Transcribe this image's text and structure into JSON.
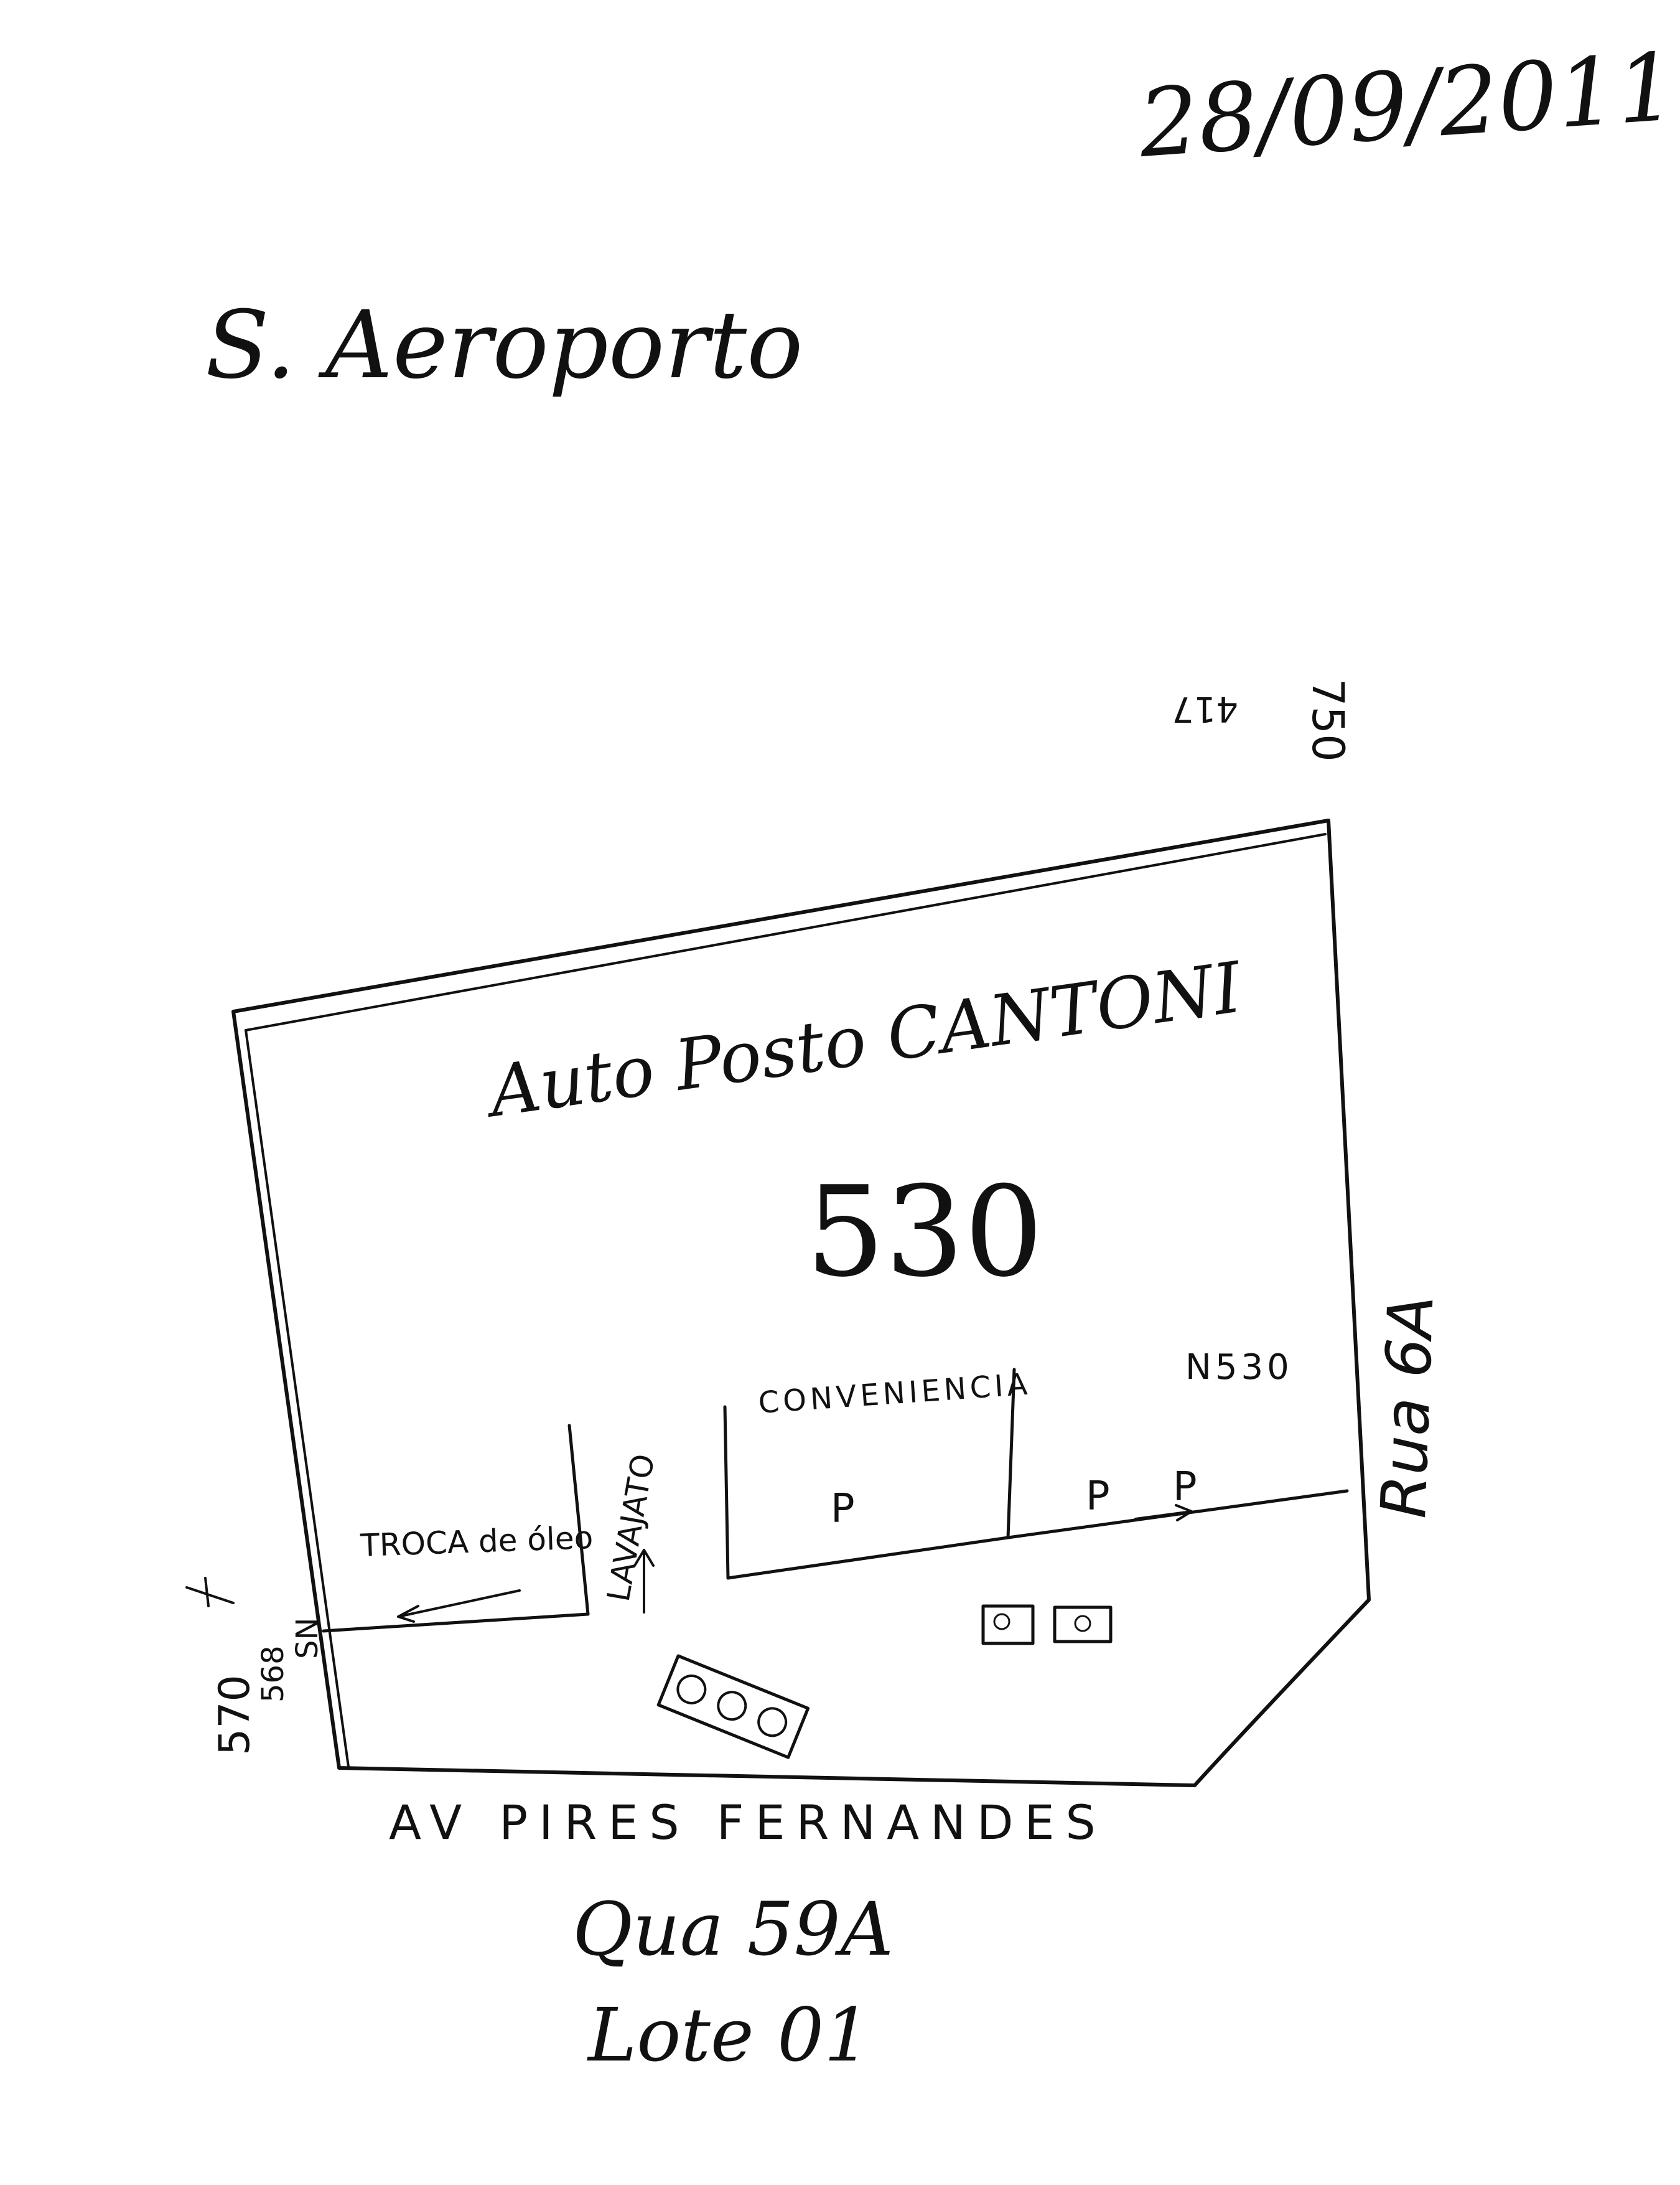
{
  "header": {
    "date": "28/09/2011",
    "sector": "S. Aeroporto"
  },
  "lot": {
    "business_name": "Auto Posto CANTONI",
    "number": "530",
    "number_marker": "N530"
  },
  "areas": {
    "oil_change": "TROCA de óleo",
    "car_wash": "LAVAJATO",
    "store": "CONVENIENCIA",
    "parking": [
      "P",
      "P",
      "P"
    ]
  },
  "street_labels": {
    "side_street": "Rua 6A",
    "main_avenue": "AV PIRES FERNANDES"
  },
  "neighbor_numbers": {
    "top_right": [
      "417",
      "750"
    ],
    "left": [
      "570",
      "568",
      "SN"
    ]
  },
  "legal": {
    "block": "Qua 59A",
    "lot": "Lote 01"
  }
}
